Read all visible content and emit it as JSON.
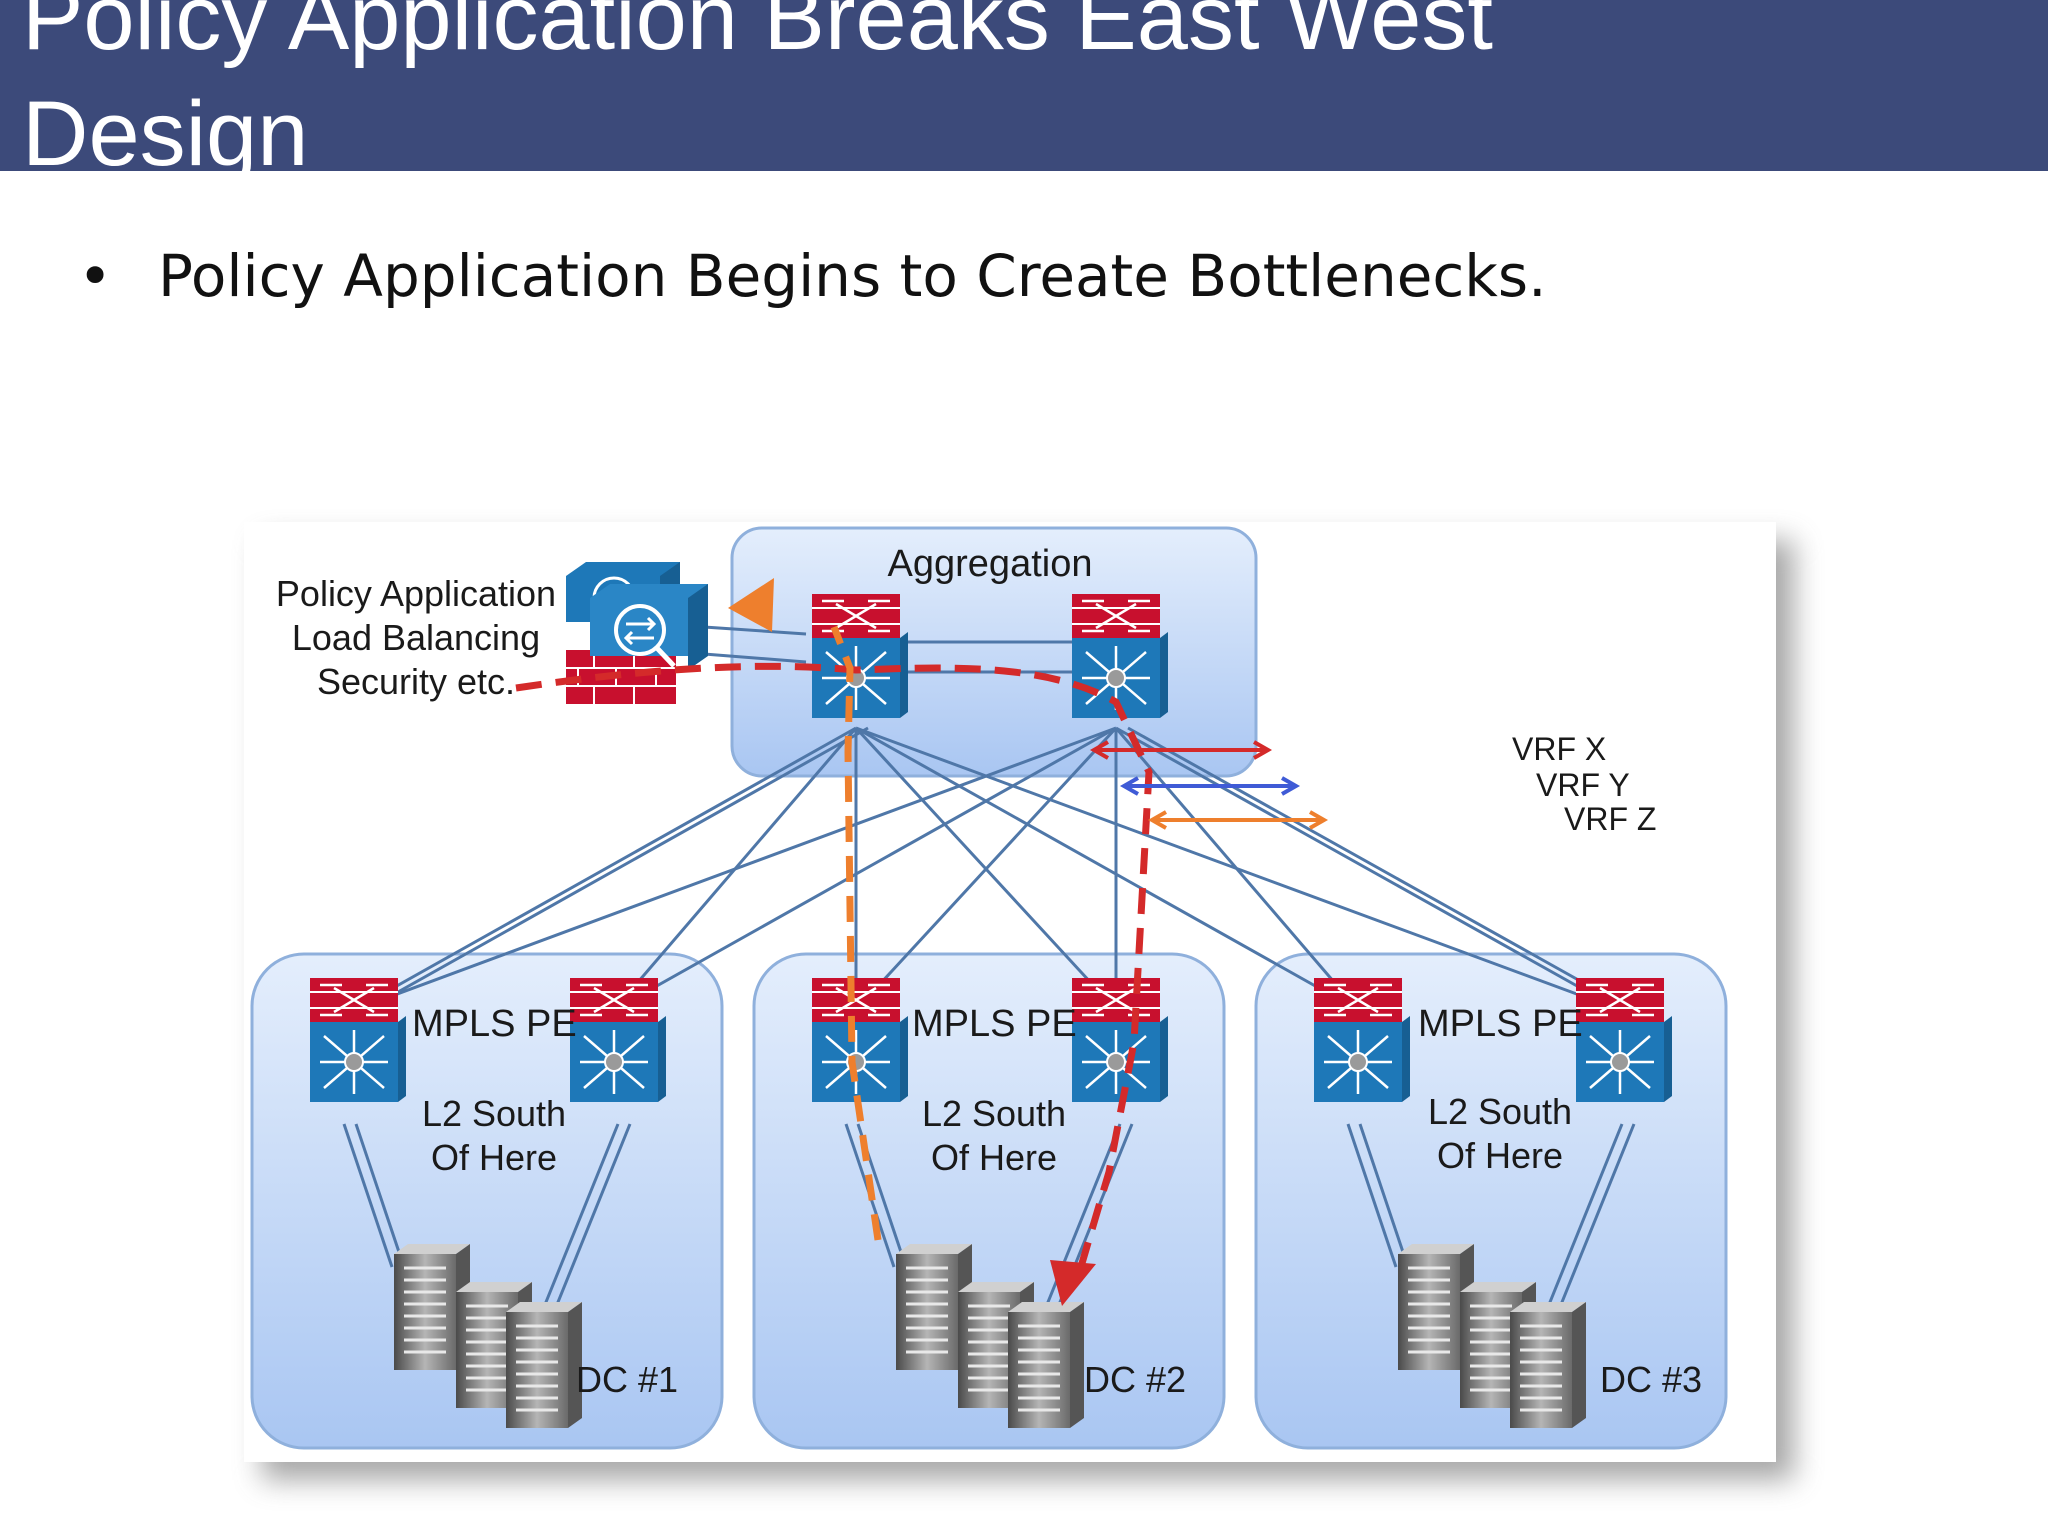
{
  "slide": {
    "title": "Policy Application Breaks East West Design",
    "bullet": "Policy Application Begins to Create Bottlenecks."
  },
  "diagram": {
    "aggregation_label": "Aggregation",
    "services_label": [
      "Policy Application",
      "Load Balancing",
      "Security etc."
    ],
    "legend": [
      {
        "label": "VRF X",
        "color": "#d42a2a"
      },
      {
        "label": "VRF Y",
        "color": "#3f5bd6"
      },
      {
        "label": "VRF Z",
        "color": "#ee7f2d"
      }
    ],
    "datacenters": [
      {
        "pe_label": "MPLS PE",
        "l2_label": [
          "L2 South",
          "Of Here"
        ],
        "dc_label": "DC #1"
      },
      {
        "pe_label": "MPLS PE",
        "l2_label": [
          "L2 South",
          "Of Here"
        ],
        "dc_label": "DC #2"
      },
      {
        "pe_label": "MPLS PE",
        "l2_label": [
          "L2 South",
          "Of Here"
        ],
        "dc_label": "DC #3"
      }
    ],
    "colors": {
      "slide_title_bg": "#3c4a7a",
      "link": "#4f77a8",
      "zone_fill": "#c8dcf7",
      "switch_red": "#c8102e",
      "switch_blue": "#1e78b8"
    }
  }
}
